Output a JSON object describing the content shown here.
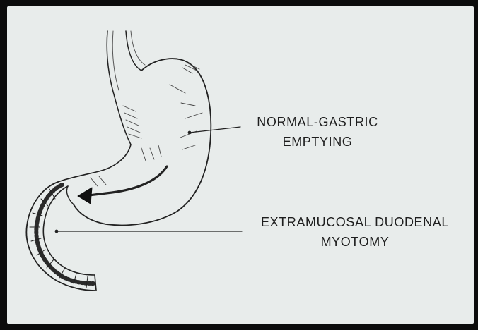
{
  "labels": {
    "gastric_emptying": {
      "line1": "NORMAL-GASTRIC",
      "line2": "EMPTYING"
    },
    "myotomy": {
      "line1": "EXTRAMUCOSAL DUODENAL",
      "line2": "MYOTOMY"
    }
  },
  "colors": {
    "slide_background": "#e8eceb",
    "ink": "#1e1e1e",
    "frame": "#0c0c0c"
  },
  "icons": [
    "stomach-drawing",
    "flow-arrow",
    "duodenum-drawing"
  ]
}
